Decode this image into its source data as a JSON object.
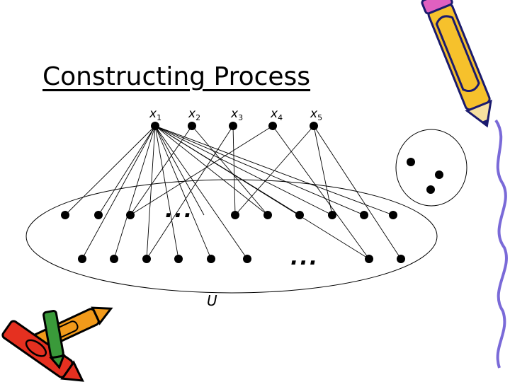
{
  "title": "Constructing Process",
  "top_nodes": [
    {
      "var": "x",
      "sub": "1"
    },
    {
      "var": "x",
      "sub": "2"
    },
    {
      "var": "x",
      "sub": "3"
    },
    {
      "var": "x",
      "sub": "4"
    },
    {
      "var": "x",
      "sub": "5"
    }
  ],
  "universe_label": "U",
  "ellipsis": "...",
  "icons": [
    "pencil-icon",
    "crayons-icon"
  ],
  "colors": {
    "stroke": "#000000",
    "pencil_body": "#f6c12c",
    "pencil_outline": "#1a1a6e",
    "crayon_red": "#e53020",
    "crayon_orange": "#f29a1a"
  }
}
